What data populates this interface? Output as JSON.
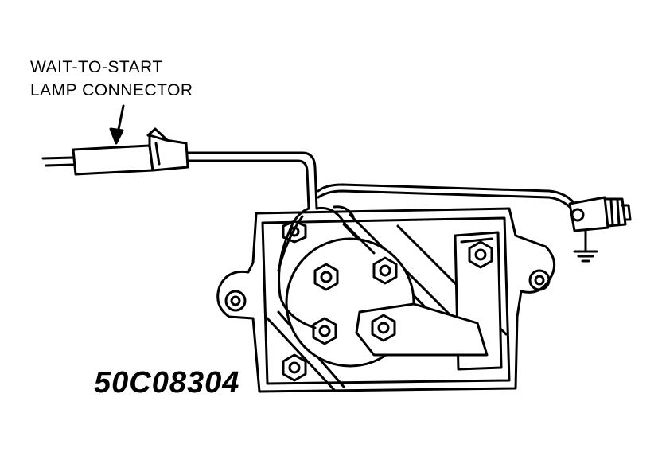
{
  "callout": {
    "line1": "WAIT-TO-START",
    "line2": "LAMP CONNECTOR"
  },
  "figure_id": "50C08304"
}
